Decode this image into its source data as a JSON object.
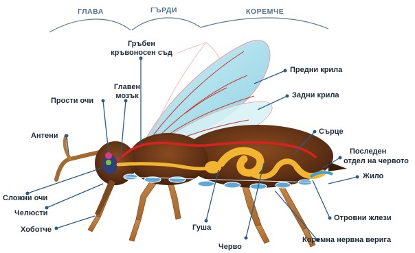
{
  "sections": {
    "head": "ГЛАВА",
    "thorax": "ГЪРДИ",
    "abdomen": "КОРЕМЧЕ"
  },
  "labels": {
    "dorsal_vessel_1": "Гръбен",
    "dorsal_vessel_2": "кръвоносен съд",
    "front_wings": "Предни крила",
    "hind_wings": "Задни крила",
    "simple_eyes": "Прости очи",
    "brain_1": "Главен",
    "brain_2": "мозък",
    "antennae": "Антени",
    "heart": "Сърце",
    "last_gut_1": "Последен",
    "last_gut_2": "отдел на червото",
    "sting": "Жило",
    "compound_eyes": "Сложни очи",
    "jaws": "Челюсти",
    "proboscis": "Хоботче",
    "crop": "Гуша",
    "venom_glands": "Отровни жлези",
    "ventral_nerve_cord": "Коремна нервна верига",
    "intestine": "Черво"
  },
  "colors": {
    "section_text": "#4d6e92",
    "label_text": "#1c2a3a",
    "leader_line": "#2a5b86",
    "body_brown": "#5b2f14",
    "gut_yellow": "#f2b531",
    "vessel_red": "#d8221f",
    "nerve_blue": "#5fa7d9",
    "wing_cyan": "#8fd3e3"
  }
}
